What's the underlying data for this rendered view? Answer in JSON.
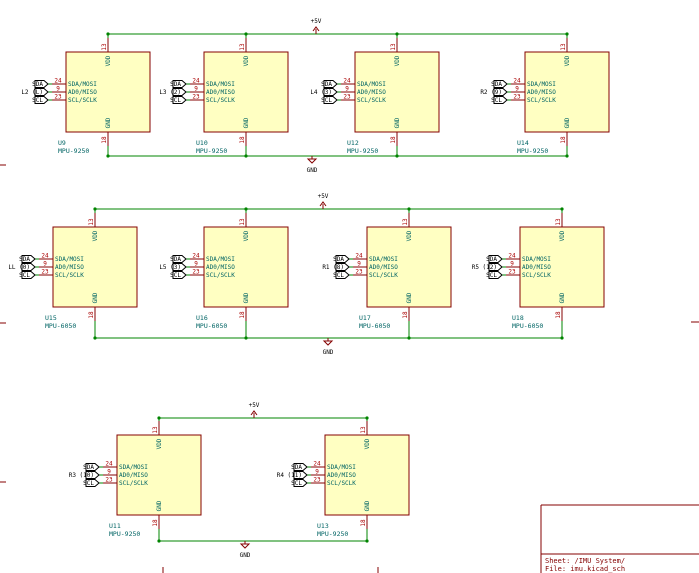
{
  "sheet": {
    "name_text": "Sheet: /IMU System/",
    "file_text": "File: imu.kicad_sch"
  },
  "nets": {
    "power": "+5V",
    "ground": "GND"
  },
  "pins": {
    "vdd": {
      "name": "VDD",
      "number": "13"
    },
    "gnd": {
      "name": "GND",
      "number": "18"
    },
    "sda": {
      "name": "SDA/MOSI",
      "number": "24"
    },
    "ad0": {
      "name": "AD0/MISO",
      "number": "9"
    },
    "scl": {
      "name": "SCL/SCLK",
      "number": "23"
    }
  },
  "labels": {
    "sda": "SDA",
    "scl": "SCL"
  },
  "chips": [
    {
      "ref": "U9",
      "value": "MPU-9250",
      "cs": "L2 (L)"
    },
    {
      "ref": "U10",
      "value": "MPU-9250",
      "cs": "L3 (2)"
    },
    {
      "ref": "U12",
      "value": "MPU-9250",
      "cs": "L4 (3)"
    },
    {
      "ref": "U14",
      "value": "MPU-9250",
      "cs": "R2 (9)"
    },
    {
      "ref": "U15",
      "value": "MPU-6050",
      "cs": "LL (0)"
    },
    {
      "ref": "U16",
      "value": "MPU-6050",
      "cs": "L5 (3)"
    },
    {
      "ref": "U17",
      "value": "MPU-6050",
      "cs": "R1 (8)"
    },
    {
      "ref": "U18",
      "value": "MPU-6050",
      "cs": "R5 (12)"
    },
    {
      "ref": "U11",
      "value": "MPU-9250",
      "cs": "R3 (10)"
    },
    {
      "ref": "U13",
      "value": "MPU-9250",
      "cs": "R4 (11)"
    }
  ]
}
